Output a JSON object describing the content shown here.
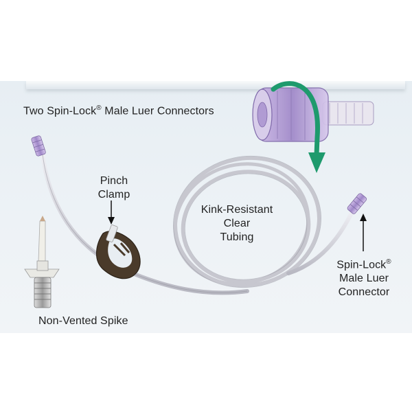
{
  "labels": {
    "two_connectors_prefix": "Two Spin-Lock",
    "registered_mark": "®",
    "two_connectors_suffix": " Male Luer Connectors",
    "pinch_line1": "Pinch",
    "pinch_line2": "Clamp",
    "kink_line1": "Kink-Resistant",
    "kink_line2": "Clear",
    "kink_line3": "Tubing",
    "spin_line1_prefix": "Spin-Lock",
    "spin_line2": "Male Luer",
    "spin_line3": "Connector",
    "spike": "Non-Vented Spike"
  },
  "colors": {
    "arrow": "#1e9a6d",
    "connector": "#b9a6d6",
    "tubing": "#c9c9cf",
    "clamp": "#4a3a2a"
  },
  "icons": {
    "rotation_arrow": "curved-arrow-icon",
    "pointer_arrows": "arrow-icon"
  }
}
